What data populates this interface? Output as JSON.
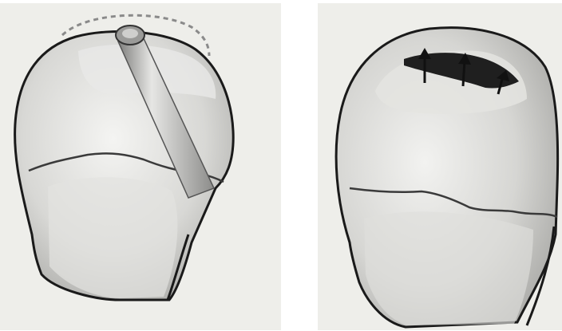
{
  "figure": {
    "panels": [
      {
        "id": "left",
        "elements": [
          "bone-outline",
          "physis-line",
          "dashed-arc",
          "inserted-rod"
        ]
      },
      {
        "id": "right",
        "elements": [
          "bone-outline",
          "physis-line",
          "cavity",
          "arrows"
        ]
      }
    ],
    "arrow_count": 3,
    "colors": {
      "background": "#ffffff",
      "paper": "#eeeeea",
      "bone_fill": "#d9d9d6",
      "outline": "#1a1a1a",
      "dashed_arc": "#8a8a8a",
      "rod": "#b8b8b6"
    }
  }
}
